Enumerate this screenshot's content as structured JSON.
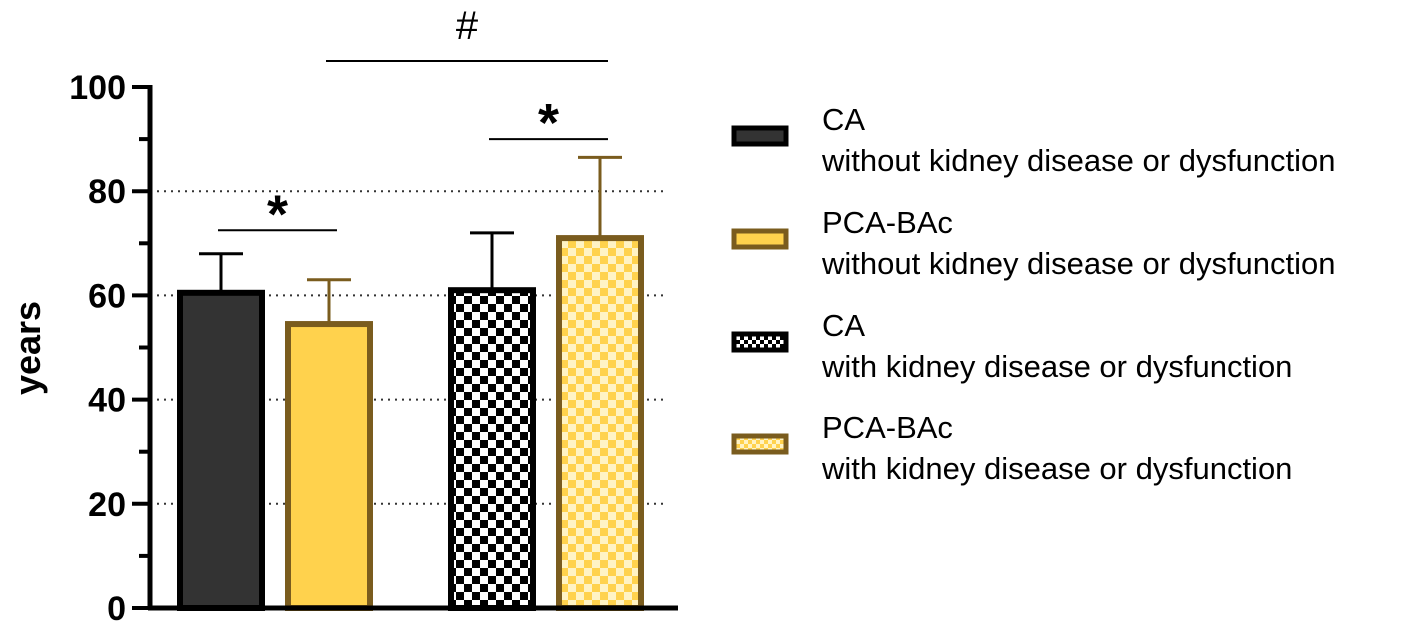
{
  "chart_data": {
    "type": "bar",
    "ylabel": "years",
    "ylim": [
      0,
      100
    ],
    "yticks": [
      "0",
      "20",
      "40",
      "60",
      "80",
      "100"
    ],
    "grid_lines": [
      20,
      40,
      60,
      80
    ],
    "series": [
      {
        "name_line1": "CA",
        "name_line2": "without kidney disease or dysfunction",
        "value": 60.5,
        "error": 68,
        "fill": "#333333",
        "stroke": "#000000",
        "pattern": "solid"
      },
      {
        "name_line1": "PCA-BAc",
        "name_line2": "without kidney disease or dysfunction",
        "value": 54.5,
        "error": 63,
        "fill": "#FFD24D",
        "stroke": "#7A5C1E",
        "pattern": "solid"
      },
      {
        "name_line1": "CA",
        "name_line2": "with kidney disease or dysfunction",
        "value": 61,
        "error": 72,
        "fill": "#000000",
        "stroke": "#000000",
        "pattern": "checker",
        "check": "#ffffff"
      },
      {
        "name_line1": "PCA-BAc",
        "name_line2": "with kidney disease or dysfunction",
        "value": 71,
        "error": 86.5,
        "fill": "#FFD24D",
        "stroke": "#7A5C1E",
        "pattern": "checker",
        "check": "#FFF3C4"
      }
    ],
    "annotations": [
      {
        "label": "*",
        "from": 0,
        "to": 1,
        "y": 72.5
      },
      {
        "label": "*",
        "from": 2,
        "to": 3,
        "y": 90
      },
      {
        "label": "#",
        "from": 1,
        "to": 3,
        "y": 105
      }
    ]
  }
}
